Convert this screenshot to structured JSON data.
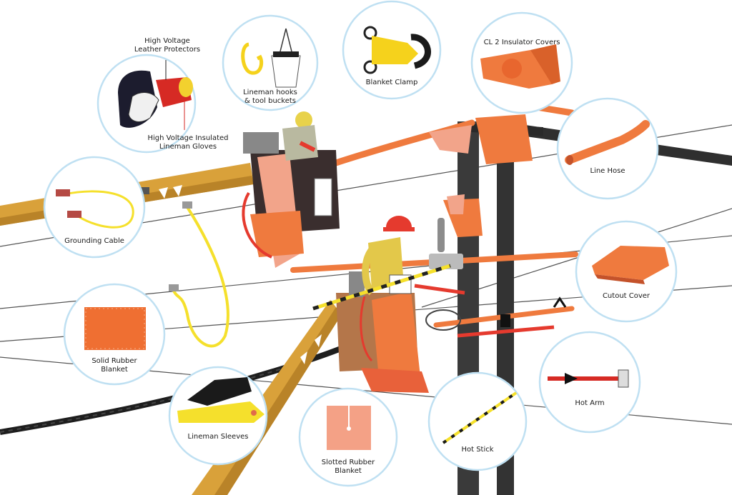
{
  "labels": {
    "leather_protectors": [
      "High Voltage",
      "Leather Protectors"
    ],
    "insulated_gloves": [
      "High Voltage Insulated",
      "Lineman Gloves"
    ],
    "hooks_buckets": [
      "Lineman hooks",
      "& tool buckets"
    ],
    "blanket_clamp": "Blanket Clamp",
    "insulator_covers": "CL 2 Insulator Covers",
    "line_hose": "Line Hose",
    "grounding_cable": "Grounding Cable",
    "cutout_cover": "Cutout Cover",
    "solid_blanket": [
      "Solid Rubber",
      "Blanket"
    ],
    "hot_arm": "Hot Arm",
    "lineman_sleeves": "Lineman Sleeves",
    "slotted_blanket": [
      "Slotted Rubber",
      "Blanket"
    ],
    "hot_stick": "Hot Stick"
  },
  "colors": {
    "boom": "#d9a13a",
    "boom_shade": "#b98328",
    "pole": "#3a3a3a",
    "rubber_orange": "#ef7a3e",
    "rubber_salmon": "#f2a48a",
    "yellow": "#f5e02c",
    "hard_hat": "#e53a2e",
    "bucket": "#b4764a",
    "circle_border": "#bfe0f2",
    "wire": "#555555"
  }
}
